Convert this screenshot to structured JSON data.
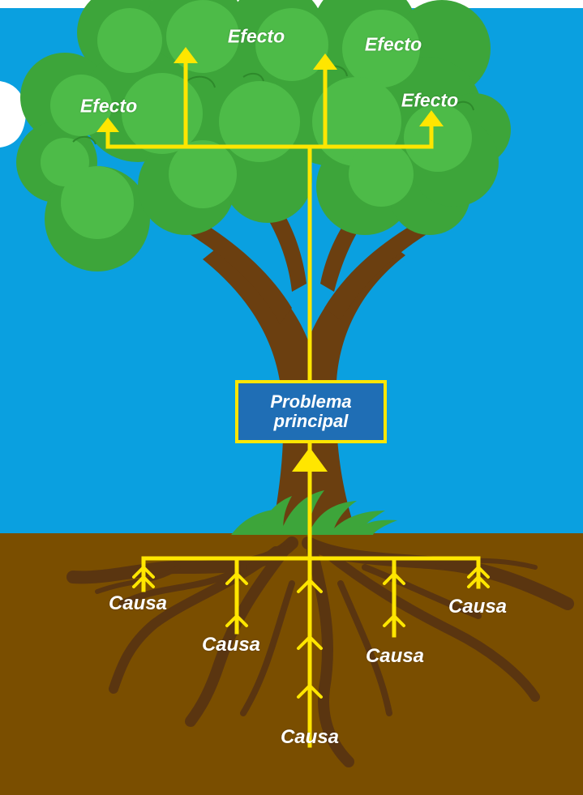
{
  "colors": {
    "sky": "#0aa0e0",
    "soil": "#7a4e00",
    "foliage_dark": "#3da53a",
    "foliage_light": "#4dbb48",
    "trunk": "#6b3f10",
    "arrows": "#ffe600",
    "box_fill": "#1f6eb5"
  },
  "problem": {
    "line1": "Problema",
    "line2": "principal"
  },
  "effects": [
    {
      "id": "effect-1",
      "label": "Efecto"
    },
    {
      "id": "effect-2",
      "label": "Efecto"
    },
    {
      "id": "effect-3",
      "label": "Efecto"
    },
    {
      "id": "effect-4",
      "label": "Efecto"
    }
  ],
  "causes": [
    {
      "id": "cause-1",
      "label": "Causa"
    },
    {
      "id": "cause-2",
      "label": "Causa"
    },
    {
      "id": "cause-3",
      "label": "Causa"
    },
    {
      "id": "cause-4",
      "label": "Causa"
    },
    {
      "id": "cause-5",
      "label": "Causa"
    }
  ]
}
